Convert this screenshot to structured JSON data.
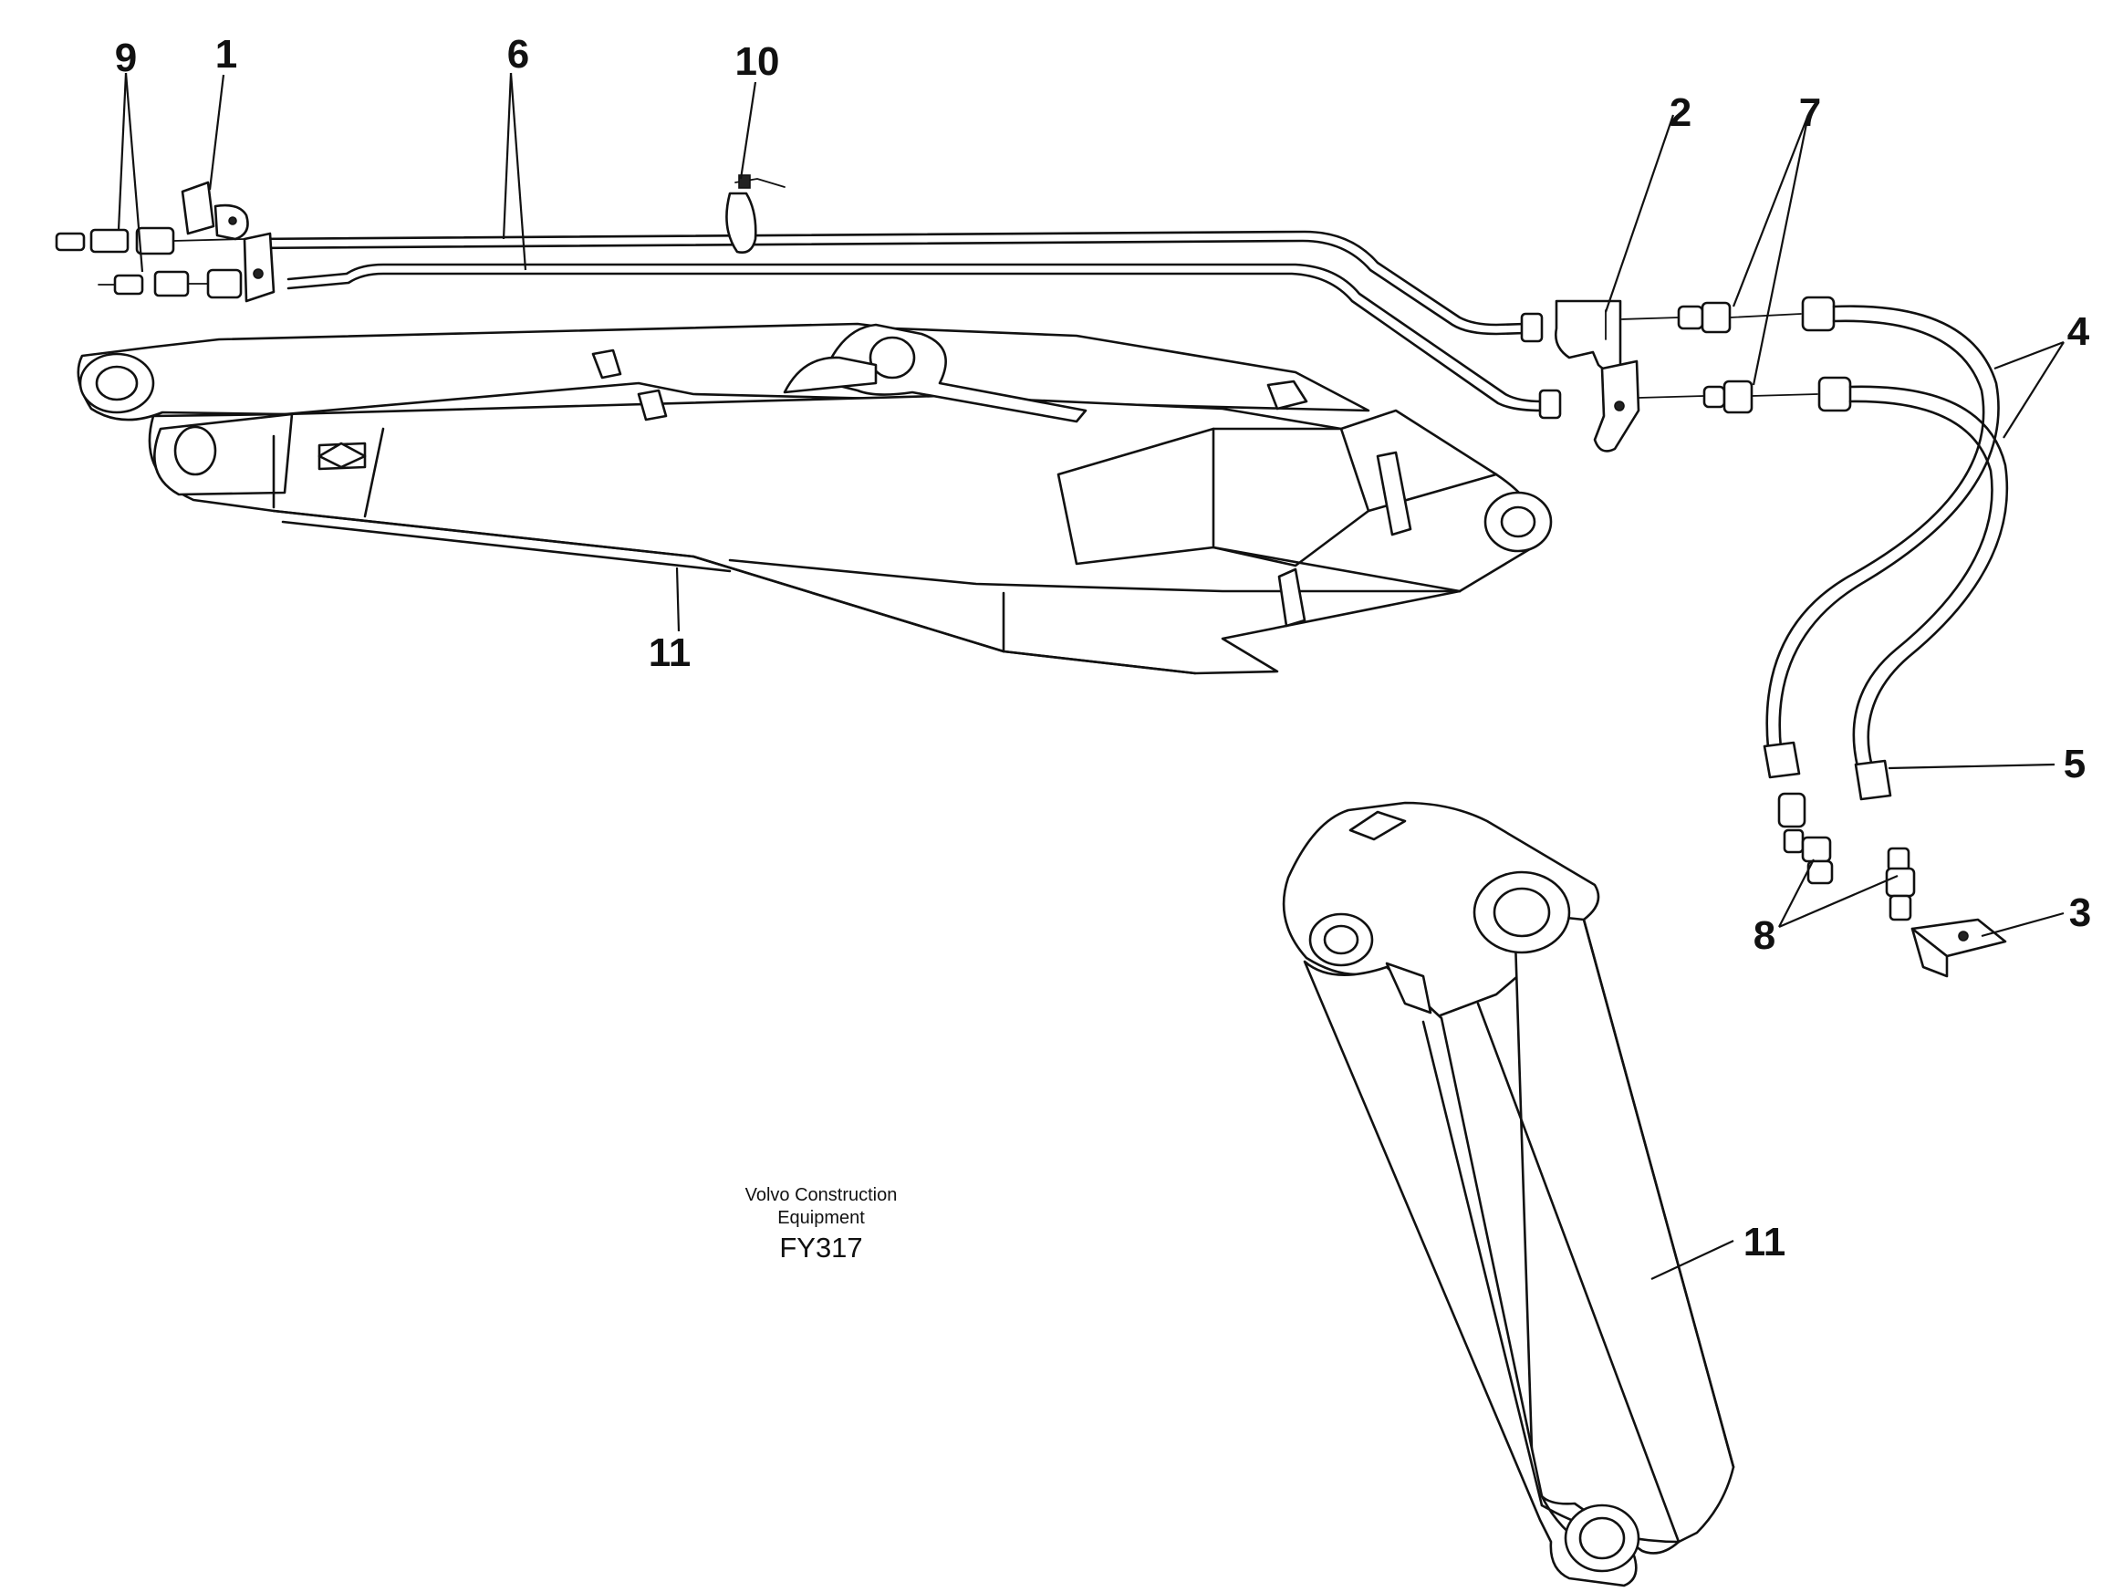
{
  "drawing": {
    "callouts": {
      "c1": "1",
      "c2": "2",
      "c3": "3",
      "c4": "4",
      "c5": "5",
      "c6": "6",
      "c7": "7",
      "c8": "8",
      "c9": "9",
      "c10": "10",
      "c11a": "11",
      "c11b": "11"
    },
    "watermark": {
      "line1": "Volvo Construction",
      "line2": "Equipment",
      "code": "FY317"
    }
  }
}
